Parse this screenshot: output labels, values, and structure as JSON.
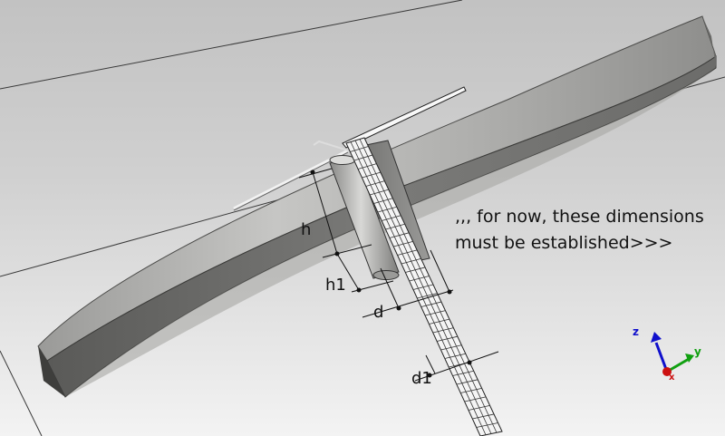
{
  "annotation": {
    "line1": ",,, for now, these dimensions",
    "line2": "must be established>>>"
  },
  "dimensions": {
    "h": "h",
    "h1": "h1",
    "d": "d",
    "d1": "d1"
  },
  "axes": {
    "z": "z",
    "y": "y",
    "x": "x"
  },
  "colors": {
    "background_top": "#c2c2c2",
    "background_bottom": "#f3f3f3",
    "disk": "#b0b0ae",
    "axis_z": "#1010cc",
    "axis_y": "#10a010",
    "axis_x": "#cc1010"
  }
}
